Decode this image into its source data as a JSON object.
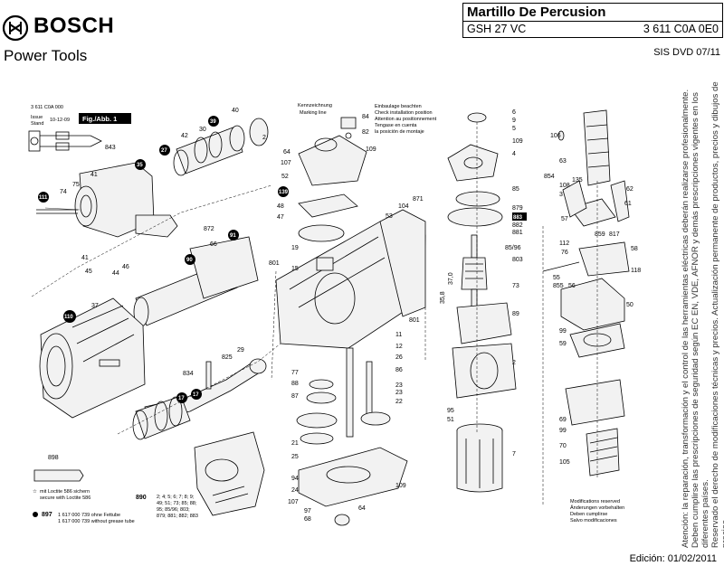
{
  "header": {
    "brand": "BOSCH",
    "subbrand": "Power Tools",
    "title": "Martillo De Percusion",
    "model": "GSH 27 VC",
    "part_number": "3 611 C0A 0E0",
    "sis": "SIS DVD 07/11"
  },
  "meta": {
    "code": "3 611 C0A 000",
    "issue_label": "Issue",
    "stand_label": "Stand",
    "issue_date": "10-12-09",
    "fig_label": "Fig./Abb. 1"
  },
  "marking": {
    "line1": "Kennzeichnung",
    "line2": "Marking line",
    "installation": [
      "Einbaulage beachten",
      "Check installation position",
      "Attention au positionnement",
      "Tengase en cuenta",
      "la posición de montaje"
    ]
  },
  "loctite": {
    "de": "mit Loctite 586 sichern",
    "en": "secure with Loctite 586"
  },
  "grease": {
    "ref": "897",
    "line1": "1 617 000 739 ohne Fettube",
    "line2": "1 617 000 739 without grease tube"
  },
  "note_890": {
    "ref": "890",
    "lines": [
      "2; 4; 5; 6; 7; 8; 9;",
      "49; 51; 73; 85; 88;",
      "95; 85/96; 803;",
      "879; 881; 882; 883"
    ]
  },
  "modifications": [
    "Modifications reserved",
    "Änderungen vorbehalten",
    "Deben cumplirse",
    "Salvo modificaciones"
  ],
  "callouts": {
    "group_a": [
      "843",
      "35",
      "27",
      "42",
      "30",
      "39",
      "40",
      "2",
      "41",
      "75",
      "74",
      "111",
      "41",
      "45",
      "44",
      "46",
      "872",
      "66",
      "91",
      "90",
      "110",
      "37",
      "834",
      "17",
      "17",
      "825",
      "29",
      "898"
    ],
    "group_b": [
      "84",
      "82",
      "109",
      "64",
      "107",
      "52",
      "139",
      "48",
      "47",
      "19",
      "15",
      "801",
      "53",
      "104",
      "871",
      "11",
      "12",
      "26",
      "77",
      "88",
      "87",
      "86",
      "23",
      "23",
      "22",
      "21",
      "25",
      "94",
      "24",
      "107",
      "97",
      "68",
      "64",
      "109",
      "801"
    ],
    "group_c": [
      "6",
      "9",
      "5",
      "109",
      "4",
      "85",
      "879",
      "883",
      "882",
      "881",
      "85/96",
      "803",
      "37,0",
      "35,8",
      "73",
      "89",
      "2",
      "95",
      "51",
      "7"
    ],
    "group_d": [
      "106",
      "63",
      "135",
      "854",
      "108",
      "3",
      "62",
      "61",
      "57",
      "112",
      "859",
      "817",
      "58",
      "76",
      "55",
      "855",
      "56",
      "118",
      "50",
      "99",
      "59",
      "69",
      "99",
      "70",
      "105"
    ]
  },
  "disclaimer": [
    "Atención: la reparación, transformación y el control de las herramientas eléctricas deberán realizarse profesionalmente.",
    "Deben cumplirse las prescripciones de seguridad según EC EN, VDE, AFNOR y demás prescripciones vigentes en los diferentes países.",
    "Reservado el derecho de modificaciones técnicas y precios. Actualización permanente de productos, precios y dibujos de precios."
  ],
  "edition": "Edición: 01/02/2011"
}
